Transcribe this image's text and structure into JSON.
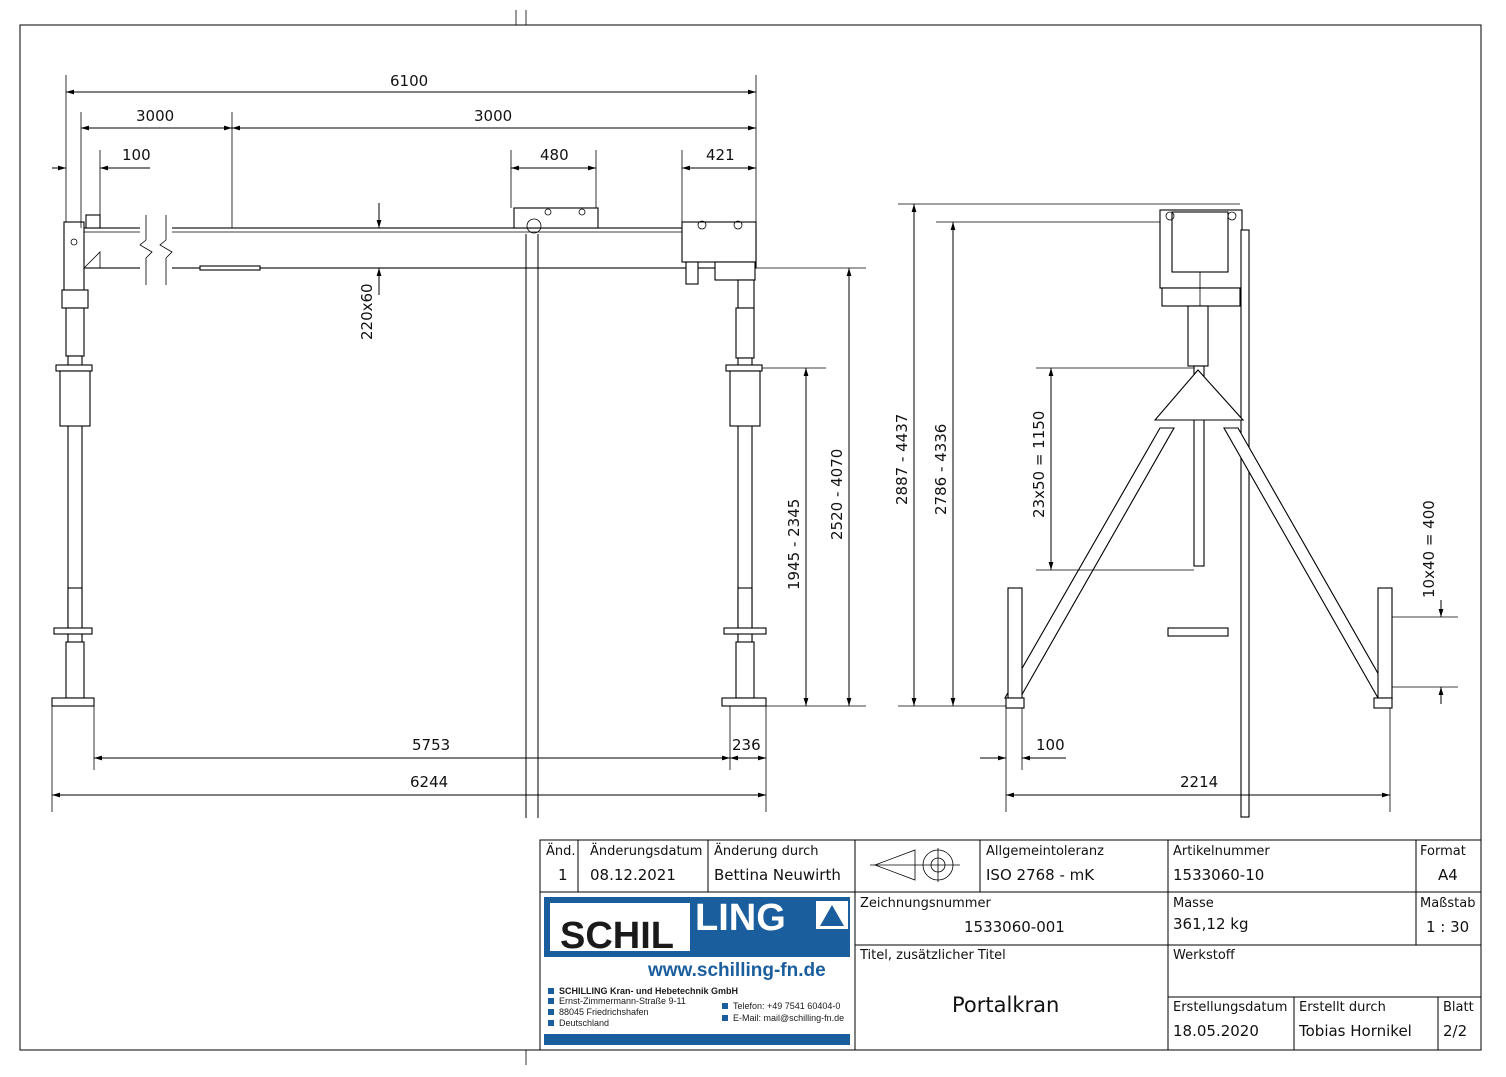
{
  "dimensions": {
    "d6100": "6100",
    "d3000a": "3000",
    "d3000b": "3000",
    "d100top": "100",
    "d480": "480",
    "d421": "421",
    "d220x60": "220x60",
    "d1945_2345": "1945 - 2345",
    "d2520_4070": "2520 - 4070",
    "d5753": "5753",
    "d236": "236",
    "d6244": "6244",
    "d2887_4437": "2887 - 4437",
    "d2786_4336": "2786 - 4336",
    "d23x50": "23x50 = 1150",
    "d10x40": "10x40 = 400",
    "d100side": "100",
    "d2214": "2214"
  },
  "title_block": {
    "aend_label": "Änd.",
    "aend_value": "1",
    "aenderungsdatum_label": "Änderungsdatum",
    "aenderungsdatum_value": "08.12.2021",
    "aenderung_durch_label": "Änderung durch",
    "aenderung_durch_value": "Bettina Neuwirth",
    "allgemeintoleranz_label": "Allgemeintoleranz",
    "allgemeintoleranz_value": "ISO 2768 - mK",
    "artikelnummer_label": "Artikelnummer",
    "artikelnummer_value": "1533060-10",
    "format_label": "Format",
    "format_value": "A4",
    "zeichnungsnummer_label": "Zeichnungsnummer",
    "zeichnungsnummer_value": "1533060-001",
    "masse_label": "Masse",
    "masse_value": "361,12 kg",
    "massstab_label": "Maßstab",
    "massstab_value": "1 : 30",
    "titel_label": "Titel, zusätzlicher Titel",
    "titel_value": "Portalkran",
    "werkstoff_label": "Werkstoff",
    "erstellungsdatum_label": "Erstellungsdatum",
    "erstellungsdatum_value": "18.05.2020",
    "erstellt_durch_label": "Erstellt durch",
    "erstellt_durch_value": "Tobias Hornikel",
    "blatt_label": "Blatt",
    "blatt_value": "2/2"
  },
  "company": {
    "logo_part1": "SCHIL",
    "logo_part2": "LING",
    "website": "www.schilling-fn.de",
    "name": "SCHILLING Kran- und Hebetechnik GmbH",
    "street": "Ernst-Zimmermann-Straße 9-11",
    "city": "88045 Friedrichshafen",
    "country": "Deutschland",
    "phone": "Telefon: +49 7541 60404-0",
    "email": "E-Mail: mail@schilling-fn.de",
    "brand_color": "#1b5e9e"
  }
}
